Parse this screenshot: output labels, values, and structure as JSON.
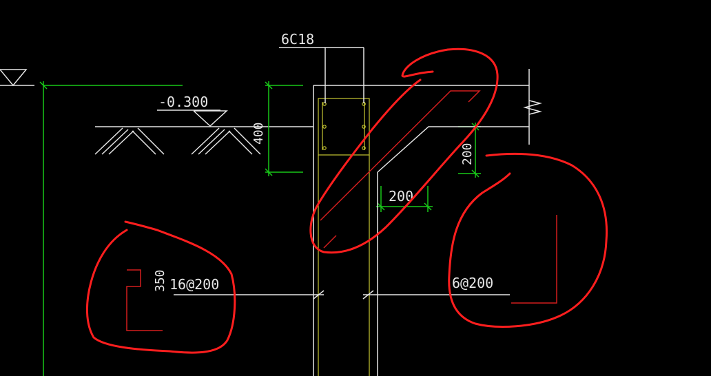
{
  "labels": {
    "rebar_top": "6C18",
    "elevation": "-0.300",
    "dim_wall_height": "400",
    "dim_haunch_vertical": "200",
    "dim_haunch_horizontal": "200",
    "rebar_left": "16@200",
    "dim_left_small": "350",
    "rebar_right": "6@200"
  },
  "colors": {
    "background": "#000000",
    "line_white": "#e6e6e6",
    "dimension_green": "#19c819",
    "wall_yellow": "#c8c832",
    "rebar_red": "#d21e1e",
    "markup_red": "#ff1e1e"
  }
}
